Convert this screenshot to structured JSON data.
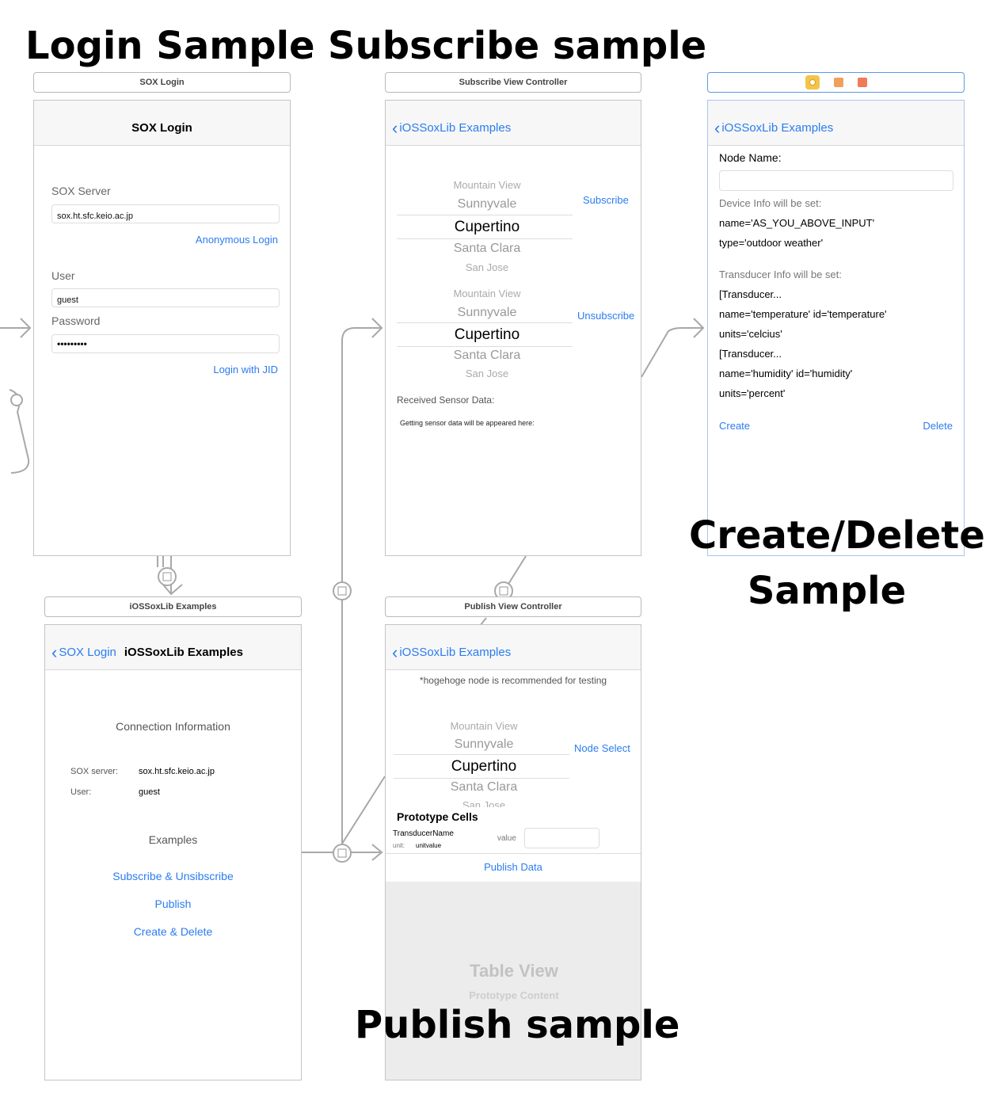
{
  "labels": {
    "login": "Login Sample",
    "subscribe": "Subscribe sample",
    "create_delete_1": "Create/Delete",
    "create_delete_2": "Sample",
    "publish": "Publish sample"
  },
  "icons": [
    "view-controller-icon",
    "cube-icon",
    "exit-icon",
    "segue-icon",
    "arrow-icon"
  ],
  "colors": {
    "accent": "#2b7cf0",
    "connector": "#a8a8a8",
    "table_bg": "#ececec"
  },
  "login": {
    "bar": "SOX Login",
    "nav_title": "SOX Login",
    "server_label": "SOX Server",
    "server_value": "sox.ht.sfc.keio.ac.jp",
    "anonymous_login": "Anonymous Login",
    "user_label": "User",
    "user_value": "guest",
    "password_label": "Password",
    "password_value": "•••••••••",
    "login_with_jid": "Login with JID"
  },
  "subscribe": {
    "bar": "Subscribe View Controller",
    "back": "iOSSoxLib Examples",
    "picker": [
      "Mountain View",
      "Sunnyvale",
      "Cupertino",
      "Santa Clara",
      "San Jose"
    ],
    "subscribe_button": "Subscribe",
    "unsubscribe_button": "Unsubscribe",
    "received_label": "Received Sensor Data:",
    "received_text": "Getting sensor data will be appeared here:"
  },
  "create": {
    "back": "iOSSoxLib Examples",
    "node_name_label": "Node Name:",
    "device_info_label": "Device Info will be set:",
    "device_lines": [
      "name='AS_YOU_ABOVE_INPUT'",
      "type='outdoor weather'"
    ],
    "transducer_label": "Transducer Info will be set:",
    "transducer_lines": [
      "[Transducer...",
      "name='temperature' id='temperature'",
      "units='celcius'",
      "[Transducer...",
      "name='humidity' id='humidity'",
      "units='percent'"
    ],
    "create_button": "Create",
    "delete_button": "Delete"
  },
  "examples": {
    "bar": "iOSSoxLib Examples",
    "back": "SOX Login",
    "nav_title": "iOSSoxLib Examples",
    "connection_info": "Connection Information",
    "server_label": "SOX server:",
    "server_value": "sox.ht.sfc.keio.ac.jp",
    "user_label": "User:",
    "user_value": "guest",
    "examples_label": "Examples",
    "links": [
      "Subscribe & Unsibscribe",
      "Publish",
      "Create & Delete"
    ]
  },
  "publish": {
    "bar": "Publish View Controller",
    "back": "iOSSoxLib Examples",
    "note": "*hogehoge node is recommended for testing",
    "picker": [
      "Mountain View",
      "Sunnyvale",
      "Cupertino",
      "Santa Clara",
      "San Jose"
    ],
    "node_select": "Node Select",
    "prototype_cells": "Prototype Cells",
    "transducer_name": "TransducerName",
    "unit_label": "unit:",
    "unit_value": "unitvalue",
    "value_label": "value",
    "publish_data": "Publish Data",
    "table_view": "Table View",
    "prototype_content": "Prototype Content"
  }
}
